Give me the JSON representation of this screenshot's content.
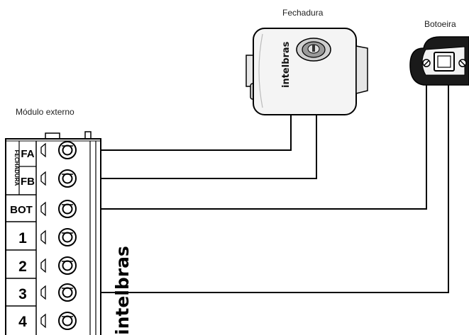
{
  "labels": {
    "lock": "Fechadura",
    "button": "Botoeira",
    "module": "Módulo externo",
    "lock_group": "FECHADURA"
  },
  "brand": {
    "name": "intelbras"
  },
  "terminals": [
    {
      "label": "FA"
    },
    {
      "label": "FB"
    },
    {
      "label": "BOT"
    },
    {
      "label": "1"
    },
    {
      "label": "2"
    },
    {
      "label": "3"
    },
    {
      "label": "4"
    }
  ],
  "wires": [
    {
      "from": "FA",
      "to": "Fechadura"
    },
    {
      "from": "FB",
      "to": "Fechadura"
    },
    {
      "from": "BOT",
      "to": "Botoeira"
    },
    {
      "from": "3",
      "to": "Botoeira"
    }
  ],
  "colors": {
    "line": "#000000",
    "device_body": "#f4f4f4",
    "device_dark": "#1a1a1a"
  }
}
